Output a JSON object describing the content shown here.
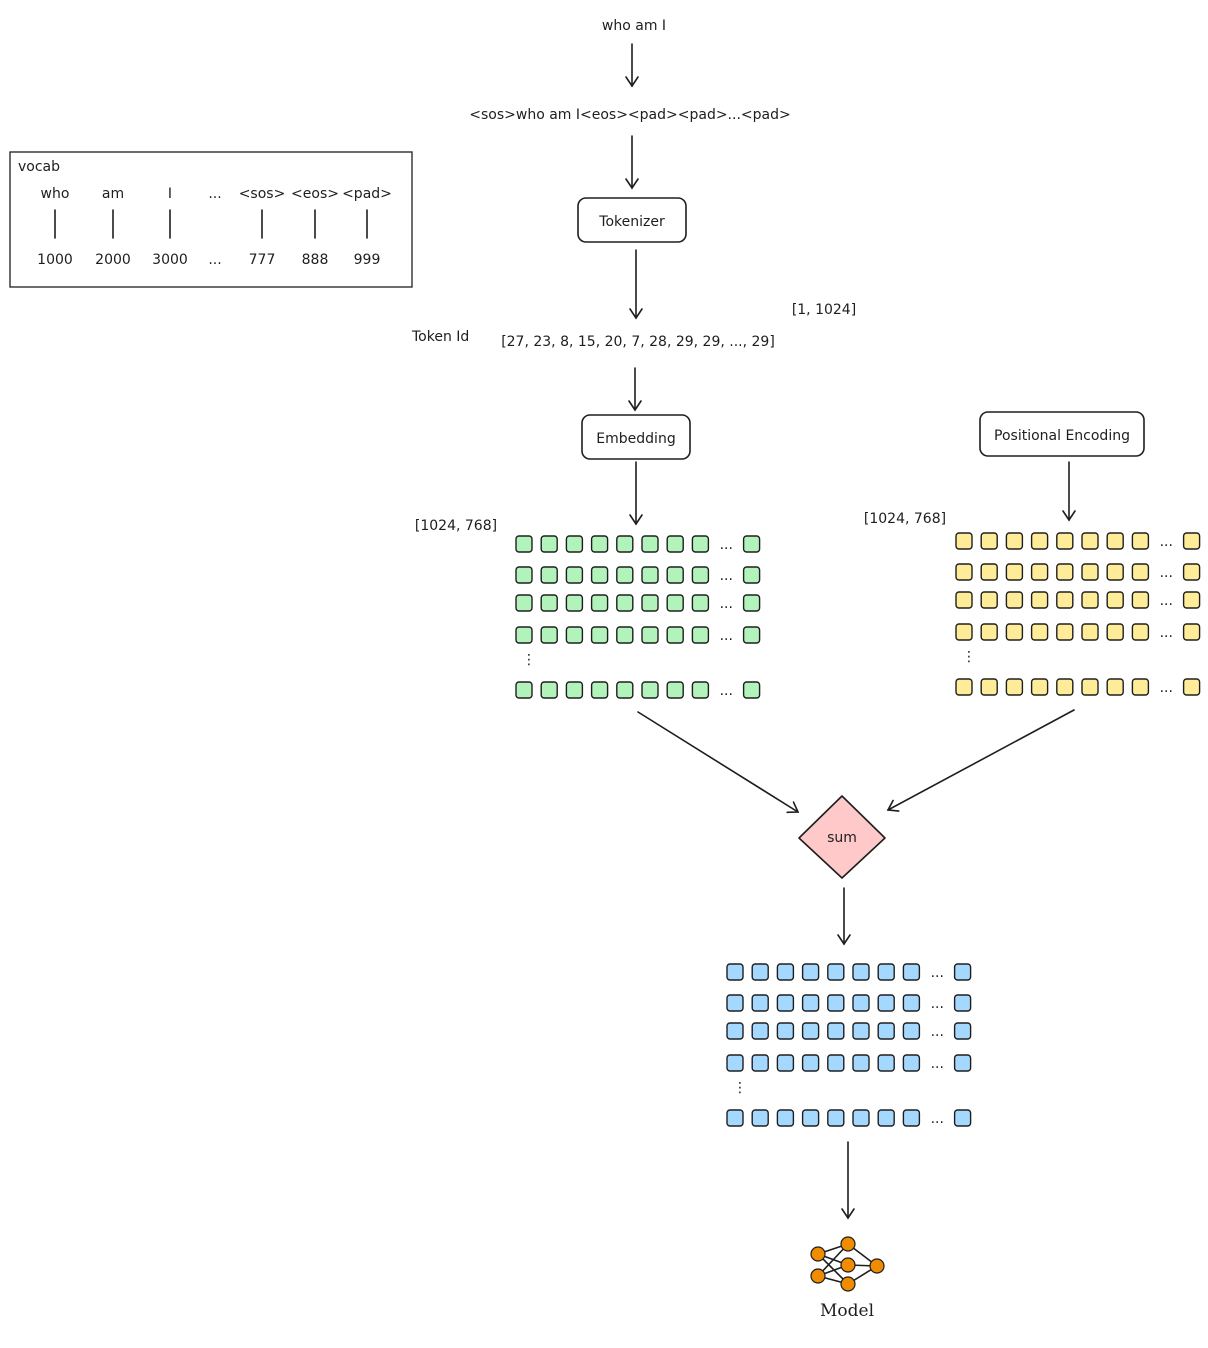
{
  "input_text": "who am I",
  "padded_text": "<sos>who am I<eos><pad><pad>...<pad>",
  "tokenizer_label": "Tokenizer",
  "shape_token_ids": "[1, 1024]",
  "token_id_label": "Token Id",
  "token_ids": "[27, 23, 8, 15, 20, 7, 28, 29, 29, ..., 29]",
  "embedding_label": "Embedding",
  "positional_label": "Positional Encoding",
  "shape_embedding": "[1024, 768]",
  "shape_positional": "[1024, 768]",
  "sum_label": "sum",
  "model_label": "Model",
  "ellipsis": "...",
  "vdots": "⋮",
  "vocab": {
    "title": "vocab",
    "tokens": [
      "who",
      "am",
      "I",
      "...",
      "<sos>",
      "<eos>",
      "<pad>"
    ],
    "ids": [
      "1000",
      "2000",
      "3000",
      "...",
      "777",
      "888",
      "999"
    ]
  },
  "colors": {
    "embedding_cell": "#b2f2bb",
    "positional_cell": "#ffec99",
    "sum_cell": "#a5d8ff",
    "sum_diamond": "#ffc9c9",
    "model_node": "#f08c00"
  }
}
